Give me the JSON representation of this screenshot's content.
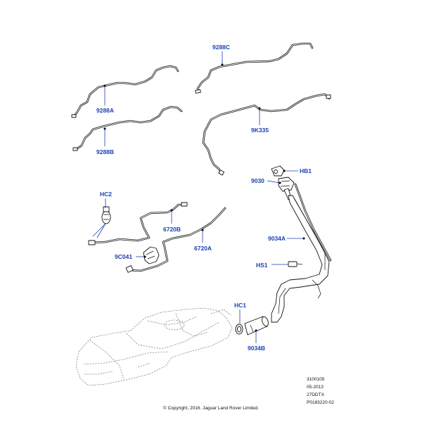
{
  "callouts": {
    "c9288C": "9288C",
    "c9288A": "9288A",
    "c9288B": "9288B",
    "c9K335": "9K335",
    "cHB1": "HB1",
    "c9030": "9030",
    "cHC2": "HC2",
    "c6720B": "6720B",
    "c6720A": "6720A",
    "c9C041": "9C041",
    "c9034A": "9034A",
    "cHS1": "HS1",
    "cHC1": "HC1",
    "c9034B": "9034B"
  },
  "info_block": {
    "line1": "3100105",
    "line2": "05-2013",
    "line3": "27DDTX",
    "line4": "P0183220-02"
  },
  "copyright": "© Copyright, 2016. Jaguar Land Rover Limited.",
  "colors": {
    "callout_blue": "#1a3fb4",
    "line_art": "#111111",
    "background": "#ffffff"
  }
}
